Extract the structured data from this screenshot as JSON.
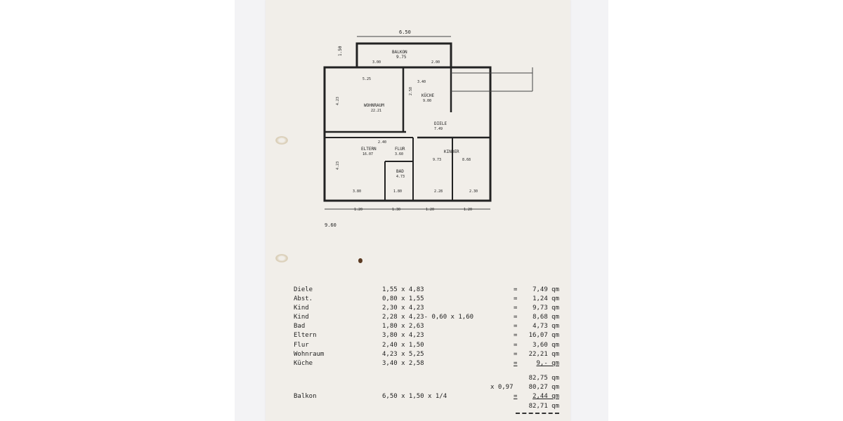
{
  "plan": {
    "top_dim": "6.50",
    "balkon_label": "BALKON",
    "balkon_area": "9.75",
    "balkon_dim_left": "3.00",
    "balkon_dim_right": "2.00",
    "side_dim": "1.50",
    "wohnraum_label": "WOHNRAUM",
    "wohnraum_area": "22.21",
    "wohnraum_dim": "5.25",
    "wohnraum_height": "4.23",
    "kueche_label": "KÜCHE",
    "kueche_area": "9.00",
    "kueche_dim": "3.40",
    "kueche_height": "2.58",
    "diele_label": "DIELE",
    "diele_area": "7.49",
    "flur_label": "FLUR",
    "flur_area": "3.60",
    "flur_dim": "2.40",
    "eltern_label": "ELTERN",
    "eltern_area": "16.07",
    "eltern_height": "4.23",
    "kinder_label": "KINDER",
    "kinder_area_1": "9.73",
    "kinder_area_2": "8.68",
    "bad_label": "BAD",
    "bad_area": "4.73",
    "bottom_dims": [
      "1.20",
      "1.30",
      "1.20",
      "1.20"
    ],
    "room_dims_bottom": [
      "3.80",
      "1.80",
      "2.28",
      "2.30"
    ],
    "total_len": "9.60"
  },
  "rows": [
    {
      "label": "Diele",
      "calc": "1,55 x 4,83",
      "eq": "=",
      "result": "7,49 qm"
    },
    {
      "label": "Abst.",
      "calc": "0,80 x 1,55",
      "eq": "=",
      "result": "1,24 qm"
    },
    {
      "label": "Kind",
      "calc": "2,30 x 4,23",
      "eq": "=",
      "result": "9,73 qm"
    },
    {
      "label": "Kind",
      "calc": "2,28 x 4,23- 0,60 x 1,60",
      "eq": "=",
      "result": "8,68 qm"
    },
    {
      "label": "Bad",
      "calc": "1,80 x 2,63",
      "eq": "=",
      "result": "4,73 qm"
    },
    {
      "label": "Eltern",
      "calc": "3,80 x 4,23",
      "eq": "=",
      "result": "16,07 qm"
    },
    {
      "label": "Flur",
      "calc": "2,40 x 1,50",
      "eq": "=",
      "result": "3,60 qm"
    },
    {
      "label": "Wohnraum",
      "calc": "4,23 x 5,25",
      "eq": "=",
      "result": "22,21 qm"
    },
    {
      "label": "Küche",
      "calc": "3,40 x 2,58",
      "eq": "=",
      "result": "9,- qm"
    }
  ],
  "totals": {
    "subtotal": "82,75 qm",
    "factor": "x 0,97",
    "reduced": "80,27 qm",
    "balkon_label": "Balkon",
    "balkon_calc": "6,50 x 1,50 x 1/4",
    "balkon_eq": "=",
    "balkon_result": "2,44 qm",
    "final": "82,71 qm"
  }
}
